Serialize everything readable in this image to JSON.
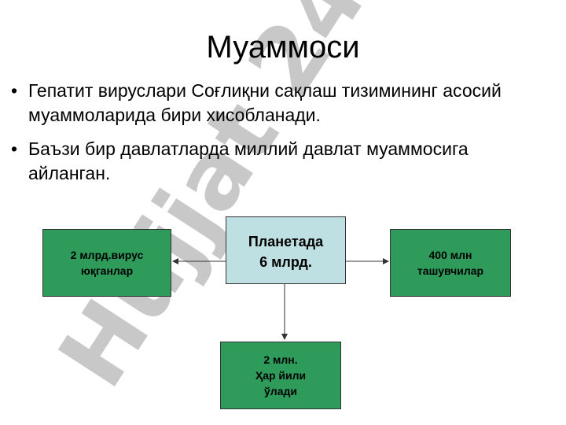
{
  "title": "Муаммоси",
  "bullets": [
    "Гепатит вируслари Соғлиқни сақлаш тизимининг асосий муаммоларида бири хисобланади.",
    "Баъзи бир давлатларда миллий давлат муаммосига айланган."
  ],
  "diagram": {
    "center": "Планетада\n6 млрд.",
    "left": "2 млрд.вирус\nюқганлар",
    "right": "400 млн\nташувчилар",
    "bottom": "2 млн.\nҲар йили\nўлади"
  },
  "watermark": "Hujjat 24",
  "colors": {
    "box_green": "#2e9b5b",
    "box_center": "#bfe0e3",
    "watermark": "#c8c8c8"
  }
}
